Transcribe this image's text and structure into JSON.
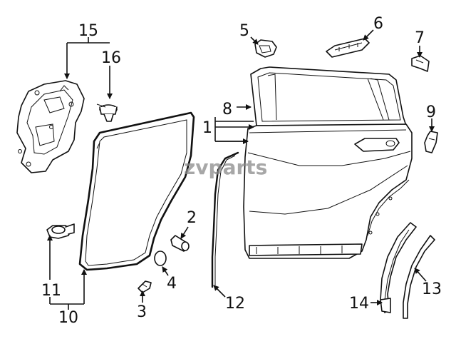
{
  "watermark": "zvparts",
  "callouts": {
    "c1": "1",
    "c2": "2",
    "c3": "3",
    "c4": "4",
    "c5": "5",
    "c6": "6",
    "c7": "7",
    "c8": "8",
    "c9": "9",
    "c10": "10",
    "c11": "11",
    "c12": "12",
    "c13": "13",
    "c14": "14",
    "c15": "15",
    "c16": "16"
  }
}
